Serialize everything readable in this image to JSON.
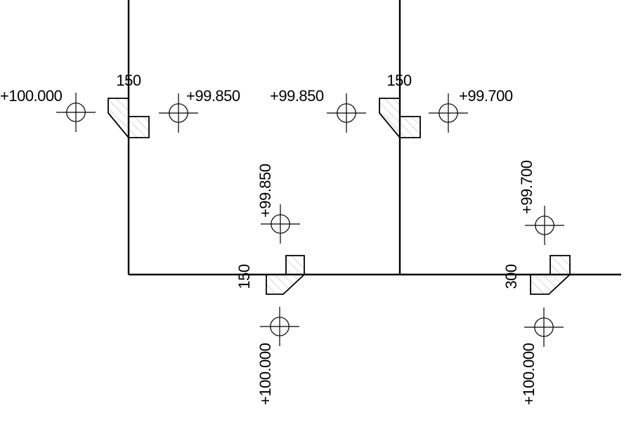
{
  "drawing": {
    "type": "cad-floor-plan-level-annotations",
    "colors": {
      "background": "#ffffff",
      "line": "#000000",
      "hatch": "#b4b4b4"
    },
    "level_markers": [
      {
        "location": "top-left-of-wall-1-step",
        "orientation": "horizontal",
        "value": "+100.000"
      },
      {
        "location": "top-right-of-wall-1-step",
        "orientation": "horizontal",
        "value": "+99.850"
      },
      {
        "location": "top-left-of-wall-2-step",
        "orientation": "horizontal",
        "value": "+99.850"
      },
      {
        "location": "top-right-of-wall-2-step",
        "orientation": "horizontal",
        "value": "+99.700"
      },
      {
        "location": "above-bottom-middle-step",
        "orientation": "vertical",
        "value": "+99.850"
      },
      {
        "location": "above-bottom-right-step",
        "orientation": "vertical",
        "value": "+99.700"
      },
      {
        "location": "below-bottom-middle-step",
        "orientation": "vertical",
        "value": "+100.000"
      },
      {
        "location": "below-bottom-right-step",
        "orientation": "vertical",
        "value": "+100.000"
      }
    ],
    "step_dimensions": [
      {
        "step": "wall-1-top-step",
        "orientation": "horizontal",
        "value": "150"
      },
      {
        "step": "wall-2-top-step",
        "orientation": "horizontal",
        "value": "150"
      },
      {
        "step": "bottom-middle-step",
        "orientation": "vertical",
        "value": "150"
      },
      {
        "step": "bottom-right-step",
        "orientation": "vertical",
        "value": "300"
      }
    ]
  }
}
